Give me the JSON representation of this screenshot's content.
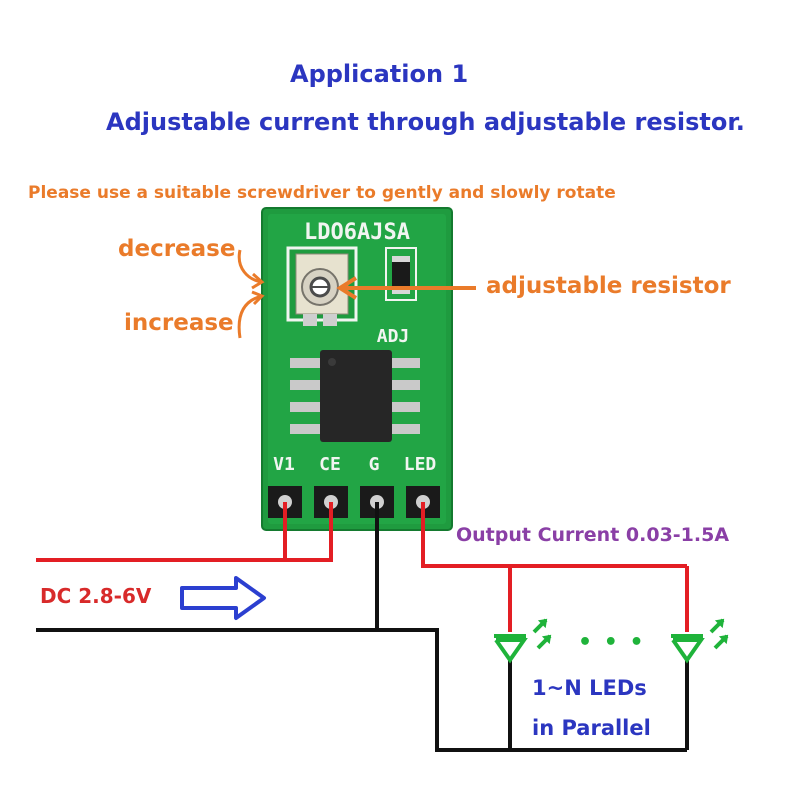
{
  "header": {
    "title": "Application 1",
    "subtitle": "Adjustable current through adjustable resistor."
  },
  "instructions": {
    "rotate": "Please use a suitable screwdriver to gently and slowly rotate",
    "decrease": "decrease",
    "increase": "increase",
    "resistor": "adjustable resistor"
  },
  "board": {
    "model": "LDO6AJSA",
    "adj_label": "ADJ",
    "pins": [
      "V1",
      "CE",
      "G",
      "LED"
    ]
  },
  "circuit": {
    "input_label": "DC 2.8-6V",
    "output_label": "Output Current 0.03-1.5A",
    "dots": "• • •",
    "leds_line1": "1~N LEDs",
    "leds_line2": "in Parallel"
  },
  "colors": {
    "title": "#2b36c0",
    "orange": "#ea7b2a",
    "red_text": "#d82a2a",
    "purple": "#8a3fa6",
    "green_led": "#1fb33a",
    "wire_red": "#e31e24",
    "wire_black": "#111111",
    "pcb": "#1f9b3f",
    "arrow": "#2b3fd0"
  }
}
